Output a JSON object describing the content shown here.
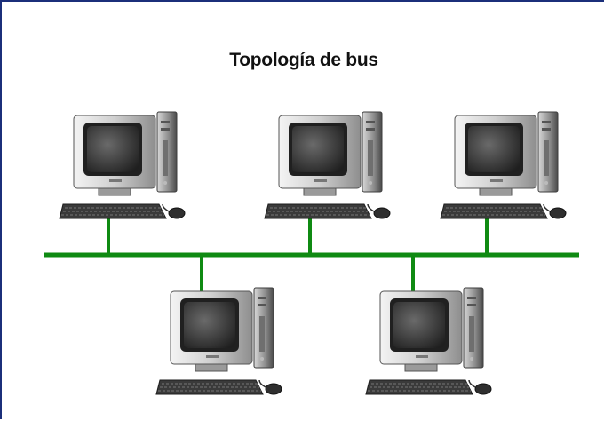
{
  "diagram": {
    "title": "Topología de bus",
    "bus_color": "#0f8a12",
    "computer_icon": "desktop-computer-icon",
    "computers_top_row": 3,
    "computers_bottom_row": 2
  }
}
